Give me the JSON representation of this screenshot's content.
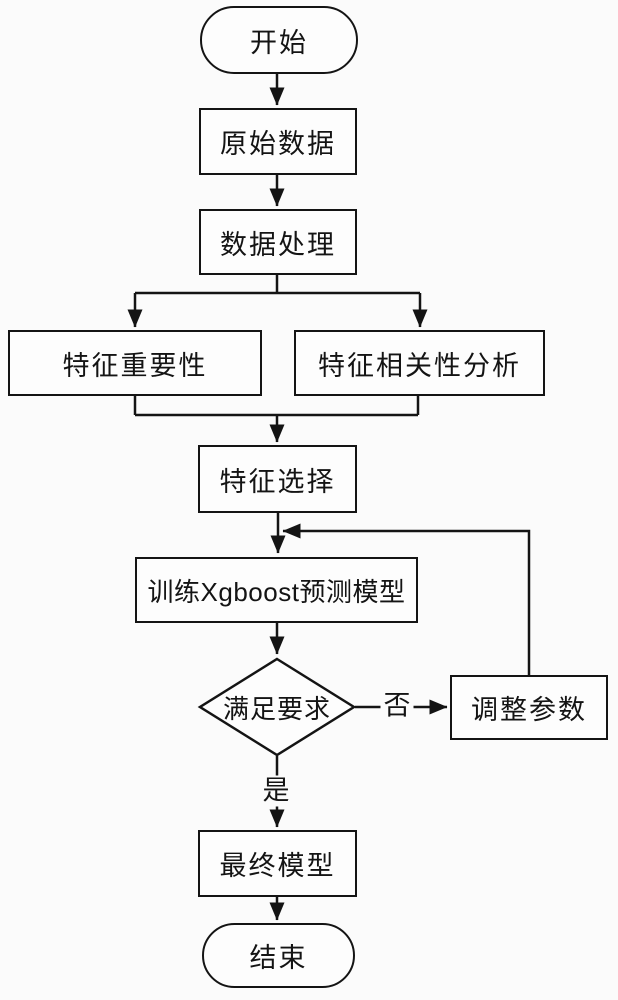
{
  "flowchart": {
    "colors": {
      "stroke": "#141414",
      "node_fill": "#fdfdfd",
      "background": "#fbfbfb",
      "text": "#141414"
    },
    "nodes": {
      "start": {
        "label": "开始",
        "shape": "terminator"
      },
      "raw_data": {
        "label": "原始数据",
        "shape": "process"
      },
      "data_processing": {
        "label": "数据处理",
        "shape": "process"
      },
      "feature_importance": {
        "label": "特征重要性",
        "shape": "process"
      },
      "feature_correlation": {
        "label": "特征相关性分析",
        "shape": "process"
      },
      "feature_selection": {
        "label": "特征选择",
        "shape": "process"
      },
      "train_model": {
        "label": "训练Xgboost预测模型",
        "shape": "process"
      },
      "decision": {
        "label": "满足要求",
        "shape": "decision"
      },
      "adjust_params": {
        "label": "调整参数",
        "shape": "process"
      },
      "final_model": {
        "label": "最终模型",
        "shape": "process"
      },
      "end": {
        "label": "结束",
        "shape": "terminator"
      }
    },
    "edges": [
      {
        "from": "start",
        "to": "raw_data",
        "label": ""
      },
      {
        "from": "raw_data",
        "to": "data_processing",
        "label": ""
      },
      {
        "from": "data_processing",
        "to": "feature_importance",
        "label": ""
      },
      {
        "from": "data_processing",
        "to": "feature_correlation",
        "label": ""
      },
      {
        "from": "feature_importance",
        "to": "feature_selection",
        "label": ""
      },
      {
        "from": "feature_correlation",
        "to": "feature_selection",
        "label": ""
      },
      {
        "from": "feature_selection",
        "to": "train_model",
        "label": ""
      },
      {
        "from": "train_model",
        "to": "decision",
        "label": ""
      },
      {
        "from": "decision",
        "to": "adjust_params",
        "label": "否"
      },
      {
        "from": "adjust_params",
        "to": "train_model",
        "label": ""
      },
      {
        "from": "decision",
        "to": "final_model",
        "label": "是"
      },
      {
        "from": "final_model",
        "to": "end",
        "label": ""
      }
    ],
    "edge_labels": {
      "no": "否",
      "yes": "是"
    }
  }
}
